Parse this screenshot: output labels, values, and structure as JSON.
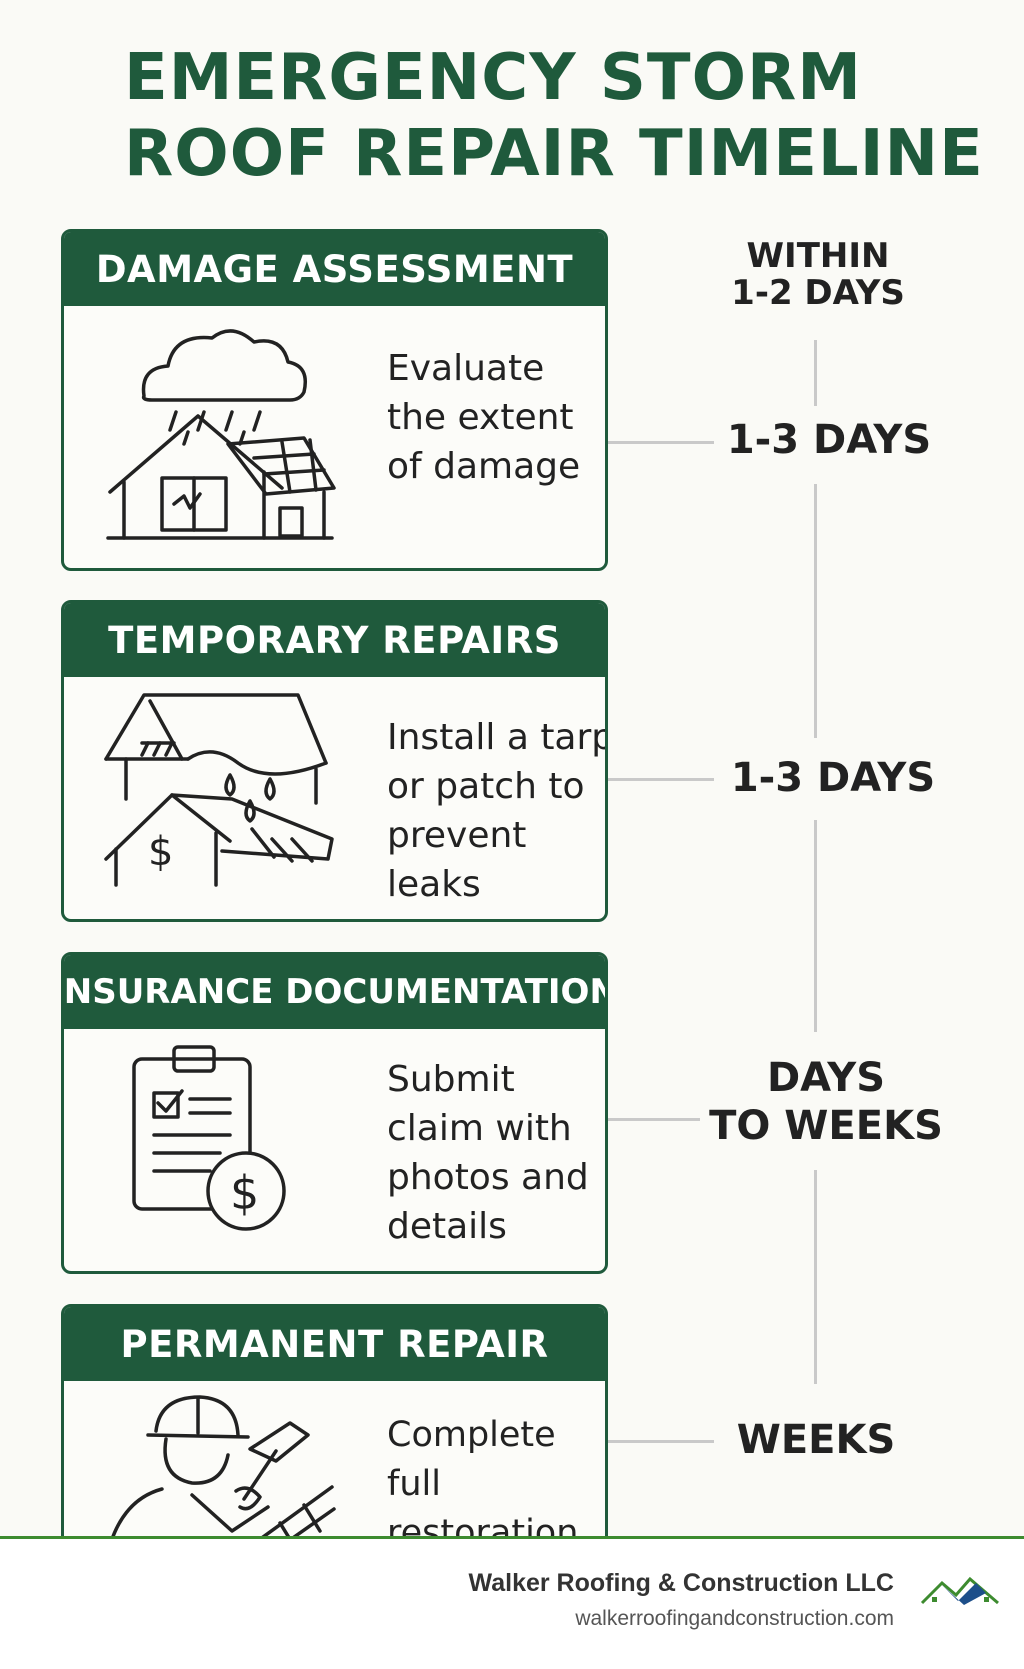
{
  "title": {
    "line1": "EMERGENCY STORM",
    "line2": "ROOF REPAIR TIMELINE"
  },
  "steps": [
    {
      "heading": "DAMAGE ASSESSMENT",
      "description": "Evaluate\nthe extent\nof damage",
      "icon": "storm-house-icon",
      "duration": "1-3 DAYS"
    },
    {
      "heading": "TEMPORARY REPAIRS",
      "description": "Install a tarp\nor patch to\nprevent leaks",
      "icon": "leaking-roof-icon",
      "duration": "1-3 DAYS"
    },
    {
      "heading": "INSURANCE DOCUMENTATION",
      "description": "Submit\nclaim with\nphotos and\ndetails",
      "icon": "clipboard-dollar-icon",
      "duration": "DAYS\nTO WEEKS"
    },
    {
      "heading": "PERMANENT REPAIR",
      "description": "Complete\nfull restoration\nof the roof",
      "icon": "roofer-hammer-icon",
      "duration": "WEEKS"
    }
  ],
  "timeline": {
    "start_label": "WITHIN\n1-2 DAYS"
  },
  "footer": {
    "company": "Walker Roofing & Construction LLC",
    "url": "walkerroofingandconstruction.com",
    "logo": "house-roof-logo-icon"
  },
  "colors": {
    "brand_green": "#1f5a3c",
    "accent_green": "#3d8b2f",
    "background": "#fafaf6",
    "line_gray": "#c9c9c9"
  }
}
